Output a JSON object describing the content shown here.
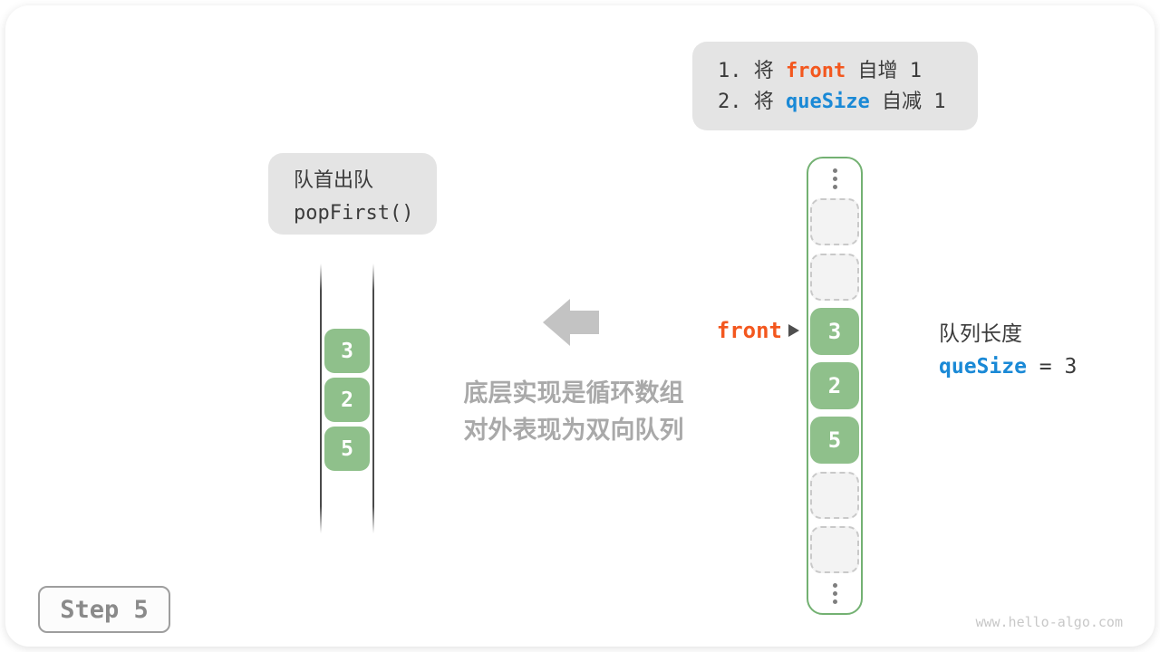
{
  "colors": {
    "orange": "#F3571E",
    "blue": "#1A89D6",
    "green_fill": "#8FC08B",
    "green_border": "#73B172",
    "gray_box": "#E4E4E4",
    "text_dark": "#3B3B3B",
    "caption_gray": "#A9A9A9",
    "arrow_gray": "#C3C3C3",
    "dot_gray": "#7E7E7E",
    "dashed_border": "#C9C9C9",
    "dashed_fill": "#F3F3F3",
    "line_dark": "#4A4A4A",
    "pointer_dark": "#4F4F4F",
    "step_gray": "#8A8A8A",
    "step_border": "#9E9E9E",
    "watermark_gray": "#C8C8C8"
  },
  "instruction_box": {
    "lines": [
      {
        "prefix": "1. 将 ",
        "code": "front",
        "suffix": " 自增 1"
      },
      {
        "prefix": "2. 将 ",
        "code": "queSize",
        "suffix": " 自减 1"
      }
    ]
  },
  "operation_box": {
    "title": "队首出队",
    "code": "popFirst()"
  },
  "abstract_queue": {
    "values": [
      "3",
      "2",
      "5"
    ]
  },
  "caption": {
    "line1": "底层实现是循环数组",
    "line2": "对外表现为双向队列"
  },
  "front_pointer": {
    "label": "front"
  },
  "circular_array": {
    "cells": [
      {
        "type": "ellipsis"
      },
      {
        "type": "empty"
      },
      {
        "type": "empty"
      },
      {
        "type": "filled",
        "value": "3",
        "pointed_by": "front"
      },
      {
        "type": "filled",
        "value": "2"
      },
      {
        "type": "filled",
        "value": "5"
      },
      {
        "type": "empty"
      },
      {
        "type": "empty"
      },
      {
        "type": "ellipsis"
      }
    ]
  },
  "length_info": {
    "title": "队列长度",
    "code": "queSize",
    "suffix": " = 3"
  },
  "step_badge": {
    "label": "Step 5"
  },
  "watermark": "www.hello-algo.com"
}
